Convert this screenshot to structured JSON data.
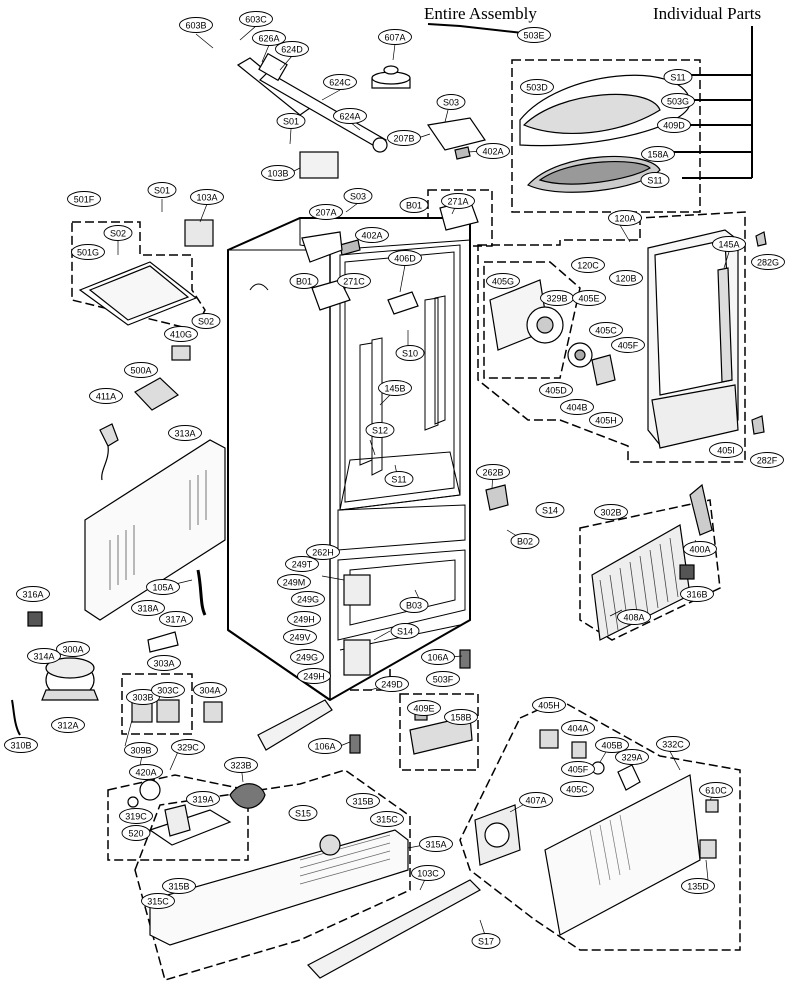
{
  "headers": {
    "entire_assembly": "Entire Assembly",
    "individual_parts": "Individual Parts"
  },
  "callouts": [
    {
      "id": "603B",
      "label": "603B"
    },
    {
      "id": "603C",
      "label": "603C"
    },
    {
      "id": "626A",
      "label": "626A"
    },
    {
      "id": "624D",
      "label": "624D"
    },
    {
      "id": "607A",
      "label": "607A"
    },
    {
      "id": "503E",
      "label": "503E"
    },
    {
      "id": "624C",
      "label": "624C"
    },
    {
      "id": "624A",
      "label": "624A"
    },
    {
      "id": "S01a",
      "label": "S01"
    },
    {
      "id": "S03a",
      "label": "S03"
    },
    {
      "id": "207B",
      "label": "207B"
    },
    {
      "id": "402Aa",
      "label": "402A"
    },
    {
      "id": "103B",
      "label": "103B"
    },
    {
      "id": "503D",
      "label": "503D"
    },
    {
      "id": "S11a",
      "label": "S11"
    },
    {
      "id": "503G",
      "label": "503G"
    },
    {
      "id": "409D",
      "label": "409D"
    },
    {
      "id": "158A",
      "label": "158A"
    },
    {
      "id": "S11b",
      "label": "S11"
    },
    {
      "id": "501F",
      "label": "501F"
    },
    {
      "id": "S01b",
      "label": "S01"
    },
    {
      "id": "103A",
      "label": "103A"
    },
    {
      "id": "S02a",
      "label": "S02"
    },
    {
      "id": "501G",
      "label": "501G"
    },
    {
      "id": "S03b",
      "label": "S03"
    },
    {
      "id": "207A",
      "label": "207A"
    },
    {
      "id": "402Ab",
      "label": "402A"
    },
    {
      "id": "B01a",
      "label": "B01"
    },
    {
      "id": "271A",
      "label": "271A"
    },
    {
      "id": "120A",
      "label": "120A"
    },
    {
      "id": "282G",
      "label": "282G"
    },
    {
      "id": "145A",
      "label": "145A"
    },
    {
      "id": "120C",
      "label": "120C"
    },
    {
      "id": "120B",
      "label": "120B"
    },
    {
      "id": "406D",
      "label": "406D"
    },
    {
      "id": "B01b",
      "label": "B01"
    },
    {
      "id": "271C",
      "label": "271C"
    },
    {
      "id": "405G",
      "label": "405G"
    },
    {
      "id": "329B",
      "label": "329B"
    },
    {
      "id": "405Ea",
      "label": "405E"
    },
    {
      "id": "S02b",
      "label": "S02"
    },
    {
      "id": "410G",
      "label": "410G"
    },
    {
      "id": "405Ca",
      "label": "405C"
    },
    {
      "id": "405Fa",
      "label": "405F"
    },
    {
      "id": "S10",
      "label": "S10"
    },
    {
      "id": "500A",
      "label": "500A"
    },
    {
      "id": "145B",
      "label": "145B"
    },
    {
      "id": "405D",
      "label": "405D"
    },
    {
      "id": "404B",
      "label": "404B"
    },
    {
      "id": "405Ha",
      "label": "405H"
    },
    {
      "id": "411A",
      "label": "411A"
    },
    {
      "id": "313A",
      "label": "313A"
    },
    {
      "id": "S12",
      "label": "S12"
    },
    {
      "id": "405I",
      "label": "405I"
    },
    {
      "id": "282F",
      "label": "282F"
    },
    {
      "id": "S11c",
      "label": "S11"
    },
    {
      "id": "262B",
      "label": "262B"
    },
    {
      "id": "S14a",
      "label": "S14"
    },
    {
      "id": "302B",
      "label": "302B"
    },
    {
      "id": "B02",
      "label": "B02"
    },
    {
      "id": "400A",
      "label": "400A"
    },
    {
      "id": "262H",
      "label": "262H"
    },
    {
      "id": "249T",
      "label": "249T"
    },
    {
      "id": "249M",
      "label": "249M"
    },
    {
      "id": "316A",
      "label": "316A"
    },
    {
      "id": "105A",
      "label": "105A"
    },
    {
      "id": "249Ga",
      "label": "249G"
    },
    {
      "id": "B03",
      "label": "B03"
    },
    {
      "id": "316B",
      "label": "316B"
    },
    {
      "id": "249Ha",
      "label": "249H"
    },
    {
      "id": "408A",
      "label": "408A"
    },
    {
      "id": "318A",
      "label": "318A"
    },
    {
      "id": "317A",
      "label": "317A"
    },
    {
      "id": "S14b",
      "label": "S14"
    },
    {
      "id": "249V",
      "label": "249V"
    },
    {
      "id": "300A",
      "label": "300A"
    },
    {
      "id": "314A",
      "label": "314A"
    },
    {
      "id": "249Gb",
      "label": "249G"
    },
    {
      "id": "106Aa",
      "label": "106A"
    },
    {
      "id": "303A",
      "label": "303A"
    },
    {
      "id": "249Hb",
      "label": "249H"
    },
    {
      "id": "503F",
      "label": "503F"
    },
    {
      "id": "304A",
      "label": "304A"
    },
    {
      "id": "303B",
      "label": "303B"
    },
    {
      "id": "303C",
      "label": "303C"
    },
    {
      "id": "249D",
      "label": "249D"
    },
    {
      "id": "312A",
      "label": "312A"
    },
    {
      "id": "310B",
      "label": "310B"
    },
    {
      "id": "409E",
      "label": "409E"
    },
    {
      "id": "158B",
      "label": "158B"
    },
    {
      "id": "405Hb",
      "label": "405H"
    },
    {
      "id": "404A",
      "label": "404A"
    },
    {
      "id": "309B",
      "label": "309B"
    },
    {
      "id": "329C",
      "label": "329C"
    },
    {
      "id": "106Ab",
      "label": "106A"
    },
    {
      "id": "405B",
      "label": "405B"
    },
    {
      "id": "332C",
      "label": "332C"
    },
    {
      "id": "420A",
      "label": "420A"
    },
    {
      "id": "323B",
      "label": "323B"
    },
    {
      "id": "405Fb",
      "label": "405F"
    },
    {
      "id": "329A",
      "label": "329A"
    },
    {
      "id": "405Cb",
      "label": "405C"
    },
    {
      "id": "319A",
      "label": "319A"
    },
    {
      "id": "610C",
      "label": "610C"
    },
    {
      "id": "S15",
      "label": "S15"
    },
    {
      "id": "315Ba",
      "label": "315B"
    },
    {
      "id": "407A",
      "label": "407A"
    },
    {
      "id": "319C",
      "label": "319C"
    },
    {
      "id": "315Ca",
      "label": "315C"
    },
    {
      "id": "520",
      "label": "520"
    },
    {
      "id": "315A",
      "label": "315A"
    },
    {
      "id": "135D",
      "label": "135D"
    },
    {
      "id": "103C",
      "label": "103C"
    },
    {
      "id": "315Bb",
      "label": "315B"
    },
    {
      "id": "315Cb",
      "label": "315C"
    },
    {
      "id": "S17",
      "label": "S17"
    }
  ]
}
